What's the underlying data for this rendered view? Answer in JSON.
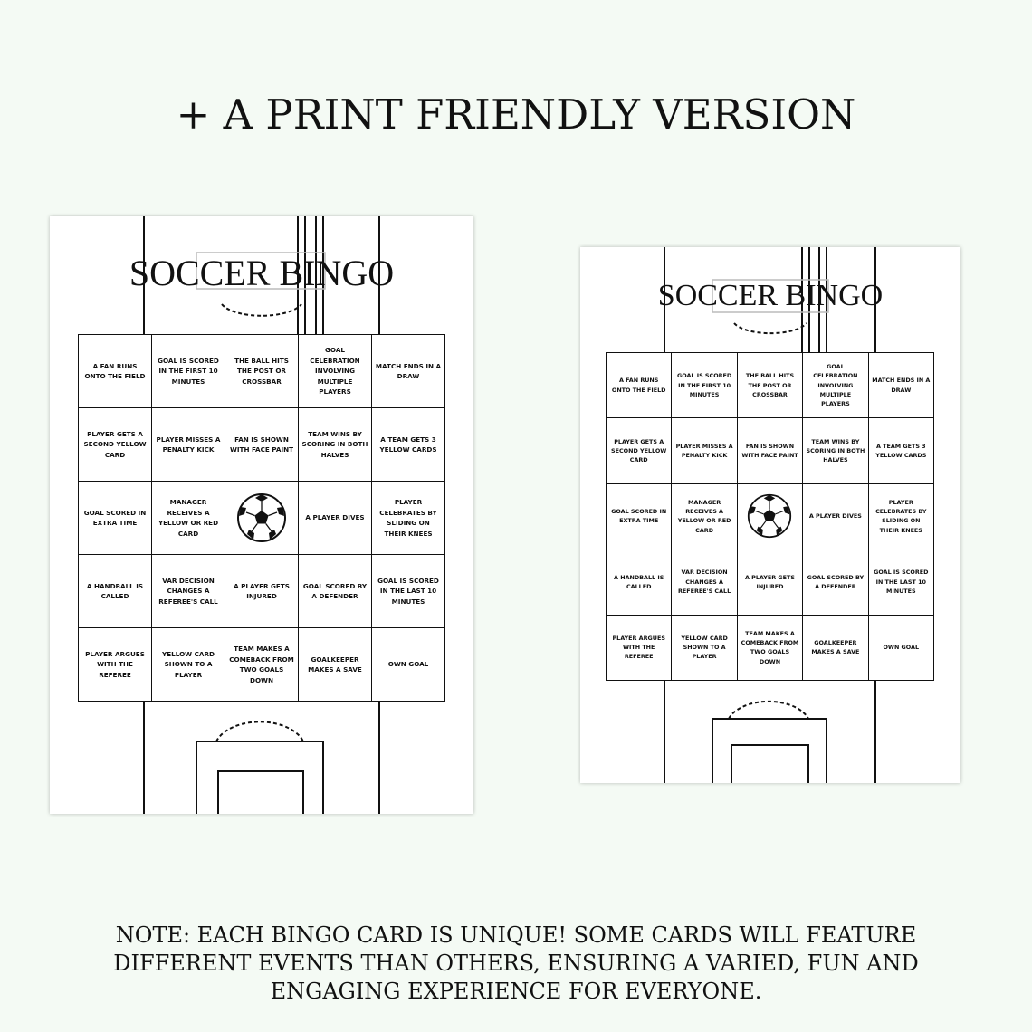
{
  "heading": "+ A PRINT FRIENDLY VERSION",
  "card_title": "SOCCER BINGO",
  "cells": [
    "A FAN RUNS ONTO THE FIELD",
    "GOAL IS SCORED IN THE FIRST 10 MINUTES",
    "THE BALL HITS THE POST OR CROSSBAR",
    "GOAL CELEBRATION INVOLVING MULTIPLE PLAYERS",
    "MATCH ENDS IN A DRAW",
    "PLAYER GETS A SECOND YELLOW CARD",
    "PLAYER MISSES A PENALTY KICK",
    "FAN IS SHOWN WITH FACE PAINT",
    "TEAM WINS BY SCORING IN BOTH HALVES",
    "A TEAM GETS 3 YELLOW CARDS",
    "GOAL SCORED IN EXTRA TIME",
    "MANAGER RECEIVES A YELLOW OR RED CARD",
    "",
    "A PLAYER DIVES",
    "PLAYER CELEBRATES BY SLIDING ON THEIR KNEES",
    "A HANDBALL IS CALLED",
    "VAR DECISION CHANGES A REFEREE'S CALL",
    "A PLAYER GETS INJURED",
    "GOAL SCORED BY A DEFENDER",
    "GOAL IS SCORED IN THE LAST 10 MINUTES",
    "PLAYER ARGUES WITH THE REFEREE",
    "YELLOW CARD SHOWN TO A PLAYER",
    "TEAM MAKES A COMEBACK FROM TWO GOALS DOWN",
    "GOALKEEPER MAKES A SAVE",
    "OWN GOAL"
  ],
  "free_space_icon": "soccer-ball-icon",
  "note": "NOTE: EACH BINGO CARD IS UNIQUE! SOME CARDS WILL FEATURE DIFFERENT EVENTS THAN OTHERS, ENSURING A VARIED, FUN AND ENGAGING EXPERIENCE FOR EVERYONE.",
  "colors": {
    "background": "#f4faf4",
    "sheet": "#ffffff",
    "ink": "#111111"
  }
}
